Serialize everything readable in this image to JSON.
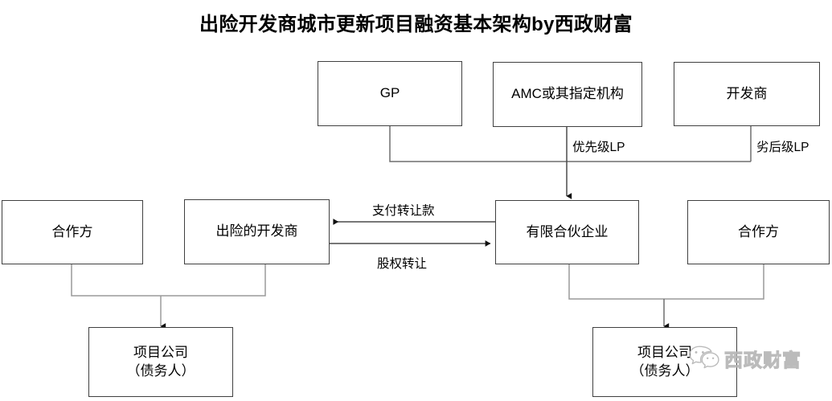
{
  "title": "出险开发商城市更新项目融资基本架构by西政财富",
  "nodes": {
    "gp": "GP",
    "amc": "AMC或其指定机构",
    "developer": "开发商",
    "partner_left": "合作方",
    "distressed_developer": "出险的开发商",
    "lp_enterprise": "有限合伙企业",
    "partner_right": "合作方",
    "project_company_left": "项目公司\n（债务人）",
    "project_company_right": "项目公司\n（债务人）"
  },
  "edge_labels": {
    "senior_lp": "优先级LP",
    "junior_lp": "劣后级LP",
    "pay_transfer": "支付转让款",
    "equity_transfer": "股权转让"
  },
  "watermark": {
    "text": "西政财富",
    "icon": "wechat-icon"
  },
  "colors": {
    "box_border": "#404040",
    "line": "#6e6e6e",
    "text": "#000000",
    "background": "#ffffff",
    "watermark": "#b6b6b6"
  }
}
